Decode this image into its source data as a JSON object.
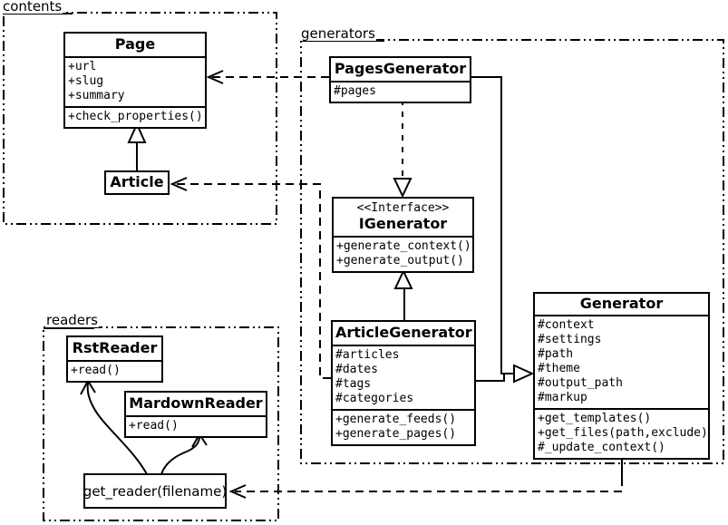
{
  "diagram": {
    "type": "uml-class-diagram",
    "colors": {
      "line": "#000000",
      "background": "#ffffff"
    }
  },
  "packages": {
    "contents": {
      "label": "contents"
    },
    "generators": {
      "label": "generators"
    },
    "readers": {
      "label": "readers"
    }
  },
  "classes": {
    "page": {
      "name": "Page",
      "attributes": [
        "+url",
        "+slug",
        "+summary"
      ],
      "methods": [
        "+check_properties()"
      ]
    },
    "article": {
      "name": "Article"
    },
    "pages_generator": {
      "name": "PagesGenerator",
      "attributes": [
        "#pages"
      ]
    },
    "igenerator": {
      "stereotype": "<<Interface>>",
      "name": "IGenerator",
      "methods": [
        "+generate_context()",
        "+generate_output()"
      ]
    },
    "article_generator": {
      "name": "ArticleGenerator",
      "attributes": [
        "#articles",
        "#dates",
        "#tags",
        "#categories"
      ],
      "methods": [
        "+generate_feeds()",
        "+generate_pages()"
      ]
    },
    "generator": {
      "name": "Generator",
      "attributes": [
        "#context",
        "#settings",
        "#path",
        "#theme",
        "#output_path",
        "#markup"
      ],
      "methods": [
        "+get_templates()",
        "+get_files(path,exclude)",
        "#_update_context()"
      ]
    },
    "rst_reader": {
      "name": "RstReader",
      "methods": [
        "+read()"
      ]
    },
    "mardown_reader": {
      "name": "MardownReader",
      "methods": [
        "+read()"
      ]
    },
    "get_reader": {
      "label": "get_reader(filename)"
    }
  },
  "relationships": [
    {
      "from": "Article",
      "to": "Page",
      "type": "generalization"
    },
    {
      "from": "PagesGenerator",
      "to": "Page",
      "type": "dependency"
    },
    {
      "from": "PagesGenerator",
      "to": "IGenerator",
      "type": "realization"
    },
    {
      "from": "ArticleGenerator",
      "to": "IGenerator",
      "type": "generalization"
    },
    {
      "from": "PagesGenerator",
      "to": "Generator",
      "type": "generalization"
    },
    {
      "from": "ArticleGenerator",
      "to": "Generator",
      "type": "generalization"
    },
    {
      "from": "ArticleGenerator",
      "to": "Article",
      "type": "dependency"
    },
    {
      "from": "Generator",
      "to": "get_reader(filename)",
      "type": "dependency"
    },
    {
      "from": "get_reader(filename)",
      "to": "RstReader",
      "type": "arrow"
    },
    {
      "from": "get_reader(filename)",
      "to": "MardownReader",
      "type": "arrow"
    }
  ]
}
